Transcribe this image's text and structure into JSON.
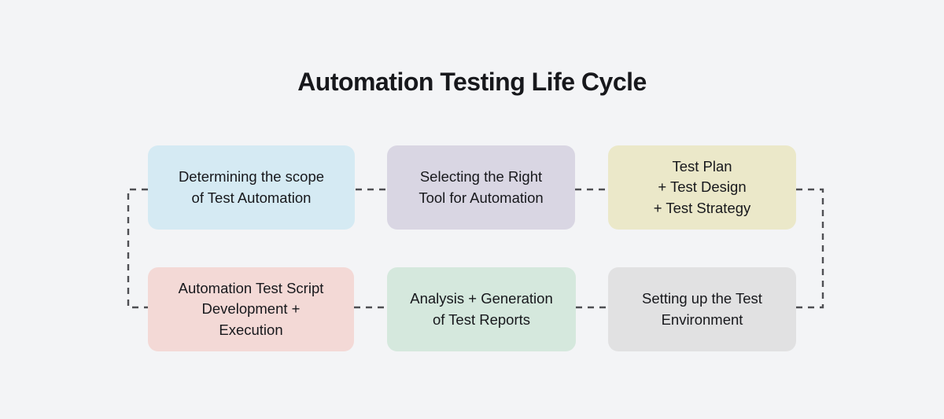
{
  "title": "Automation Testing Life Cycle",
  "diagram": {
    "background_color": "#f3f4f6",
    "connector_color": "#4e4f53",
    "connector_style": "dashed",
    "steps": [
      {
        "id": "determining-scope",
        "label": "Determining the scope\nof Test Automation",
        "color": "#d5eaf3"
      },
      {
        "id": "selecting-tool",
        "label": "Selecting the Right\nTool for Automation",
        "color": "#d9d6e3"
      },
      {
        "id": "plan-design-strategy",
        "label": "Test Plan\n+ Test Design\n+ Test Strategy",
        "color": "#ebe8c9"
      },
      {
        "id": "script-dev-execution",
        "label": "Automation Test Script\nDevelopment +\nExecution",
        "color": "#f3d9d6"
      },
      {
        "id": "analysis-reports",
        "label": "Analysis + Generation\nof Test Reports",
        "color": "#d5e8dd"
      },
      {
        "id": "setup-environment",
        "label": "Setting up the Test\nEnvironment",
        "color": "#e1e1e2"
      }
    ]
  }
}
